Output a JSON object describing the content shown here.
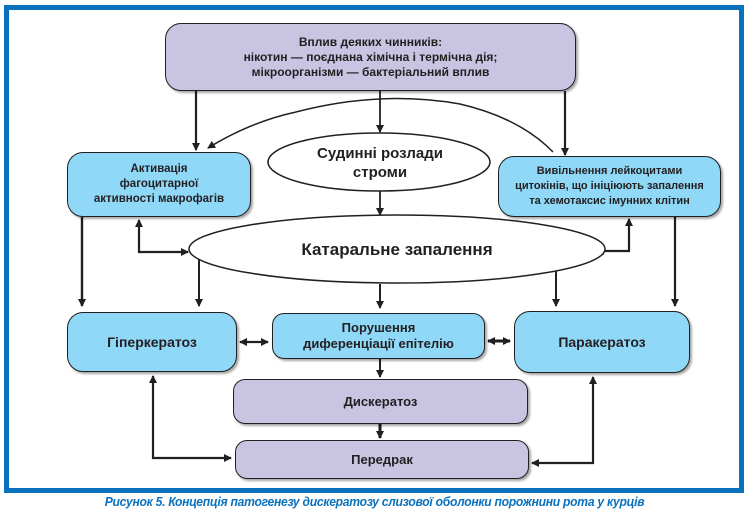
{
  "figure": {
    "caption": "Рисунок 5. Концепція патогенезу дискератозу слизової оболонки порожнини рота у курців",
    "frame_color": "#0a72bd"
  },
  "nodes": {
    "factors": {
      "line1": "Вплив деяких чинників:",
      "line2": "нікотин — поєднана хімічна і термічна дія;",
      "line3": "мікроорганізми — бактеріальний вплив",
      "fill": "#c8c4e2"
    },
    "macrophages": {
      "line1": "Активація",
      "line2": "фагоцитарної",
      "line3": "активності макрофагів",
      "fill": "#8fd8f8"
    },
    "vascular": {
      "line1": "Судинні розлади",
      "line2": "строми"
    },
    "cytokines": {
      "line1": "Вивільнення лейкоцитами",
      "line2": "цитокінів, що ініціюють запалення",
      "line3": "та хемотаксис імунних клітин",
      "fill": "#8fd8f8"
    },
    "catarrhal": {
      "label": "Катаральне запалення"
    },
    "hyperkeratosis": {
      "label": "Гіперкератоз",
      "fill": "#8fd8f8"
    },
    "differentiation": {
      "line1": "Порушення",
      "line2": "диференціації епітелію",
      "fill": "#8fd8f8"
    },
    "parakeratosis": {
      "label": "Паракератоз",
      "fill": "#8fd8f8"
    },
    "dyskeratosis": {
      "label": "Дискератоз",
      "fill": "#c8c4e2"
    },
    "precancer": {
      "label": "Передрак",
      "fill": "#c8c4e2"
    }
  },
  "edges": [
    {
      "from": "factors",
      "to": "macrophages"
    },
    {
      "from": "factors",
      "to": "vascular"
    },
    {
      "from": "factors",
      "to": "cytokines"
    },
    {
      "from": "factors",
      "to": "macrophages",
      "style": "curve"
    },
    {
      "from": "factors",
      "to": "cytokines",
      "style": "curve"
    },
    {
      "from": "vascular",
      "to": "catarrhal"
    },
    {
      "from": "catarrhal",
      "to": "macrophages",
      "bidirectional": true
    },
    {
      "from": "catarrhal",
      "to": "cytokines",
      "bidirectional": true
    },
    {
      "from": "macrophages",
      "to": "hyperkeratosis"
    },
    {
      "from": "catarrhal",
      "to": "hyperkeratosis"
    },
    {
      "from": "catarrhal",
      "to": "differentiation"
    },
    {
      "from": "catarrhal",
      "to": "parakeratosis"
    },
    {
      "from": "cytokines",
      "to": "parakeratosis"
    },
    {
      "from": "hyperkeratosis",
      "to": "differentiation",
      "bidirectional": true
    },
    {
      "from": "differentiation",
      "to": "parakeratosis",
      "bidirectional": true
    },
    {
      "from": "differentiation",
      "to": "dyskeratosis"
    },
    {
      "from": "dyskeratosis",
      "to": "precancer"
    },
    {
      "from": "precancer",
      "to": "hyperkeratosis",
      "bidirectional": true
    },
    {
      "from": "precancer",
      "to": "parakeratosis",
      "bidirectional": true
    }
  ]
}
